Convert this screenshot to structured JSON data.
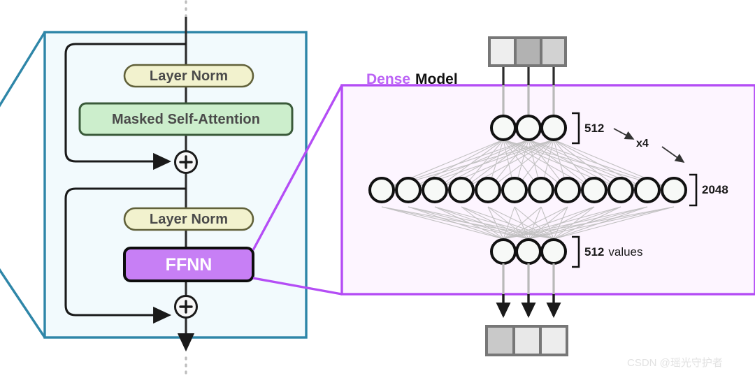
{
  "diagram": {
    "title": "Transformer decoder block expanded to dense FFNN",
    "colors": {
      "teal_border": "#2e86a8",
      "block_bg": "#f2fafd",
      "purple_border": "#b44df5",
      "dense_bg": "#fdf5ff",
      "ffnn_fill": "#c77ff5",
      "layernorm_fill": "#f2f2ce",
      "layernorm_border": "#61613a",
      "attention_fill": "#cceecc",
      "attention_border": "#3a5a3a",
      "neuron_fill": "#f7f9f7",
      "neuron_stroke": "#111111",
      "edge_gray": "#b9b9b9",
      "arrow_black": "#1a1a1a"
    },
    "transformer_block": {
      "layer_norm_1": "Layer Norm",
      "attention": "Masked Self-Attention",
      "layer_norm_2": "Layer Norm",
      "ffnn": "FFNN",
      "residual_add_1": "+",
      "residual_add_2": "+"
    },
    "dense_panel": {
      "title_part_1": "Dense",
      "title_part_2": "Model",
      "annotations": {
        "top_layer_size": "512",
        "expansion_factor": "x4",
        "hidden_layer_size": "2048",
        "output_layer_size": "512",
        "output_layer_unit": "values"
      },
      "layers": [
        {
          "name": "input-projection-layer",
          "neuron_count": 3,
          "size_label": "512"
        },
        {
          "name": "hidden-layer",
          "neuron_count": 12,
          "size_label": "2048"
        },
        {
          "name": "output-projection-layer",
          "neuron_count": 3,
          "size_label": "512"
        }
      ],
      "input_cells": [
        "#eeeeee",
        "#b2b2b2",
        "#d2d2d2"
      ],
      "output_cells": [
        "#c9c9c9",
        "#e8e8e8",
        "#ededed"
      ]
    },
    "watermark": "CSDN @瑶光守护者"
  }
}
